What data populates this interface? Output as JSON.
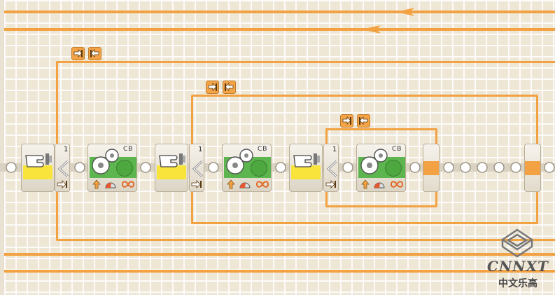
{
  "colors": {
    "wire": "#f2a243",
    "grid_bg": "#efe7d6",
    "yellow": "#f8e43a",
    "green": "#5cb54e"
  },
  "blocks": [
    {
      "type": "touch-sensor-block",
      "label": ""
    },
    {
      "type": "loop-fork",
      "label": "1"
    },
    {
      "type": "move-block",
      "label": "CB"
    },
    {
      "type": "touch-sensor-block",
      "label": ""
    },
    {
      "type": "loop-fork",
      "label": "1"
    },
    {
      "type": "move-block",
      "label": "CB"
    },
    {
      "type": "touch-sensor-block",
      "label": ""
    },
    {
      "type": "loop-fork",
      "label": "1"
    },
    {
      "type": "move-block",
      "label": "CB"
    }
  ],
  "watermark": {
    "title": "CNNXT",
    "subtitle": "中文乐高"
  },
  "icons": {
    "expand": "expand-arrow-icon",
    "collapse": "collapse-arrow-icon",
    "gear": "gear-icon",
    "direction": "direction-arrow-icon",
    "power": "power-gauge-icon",
    "duration": "infinity-icon",
    "hand": "pointing-hand-icon"
  }
}
